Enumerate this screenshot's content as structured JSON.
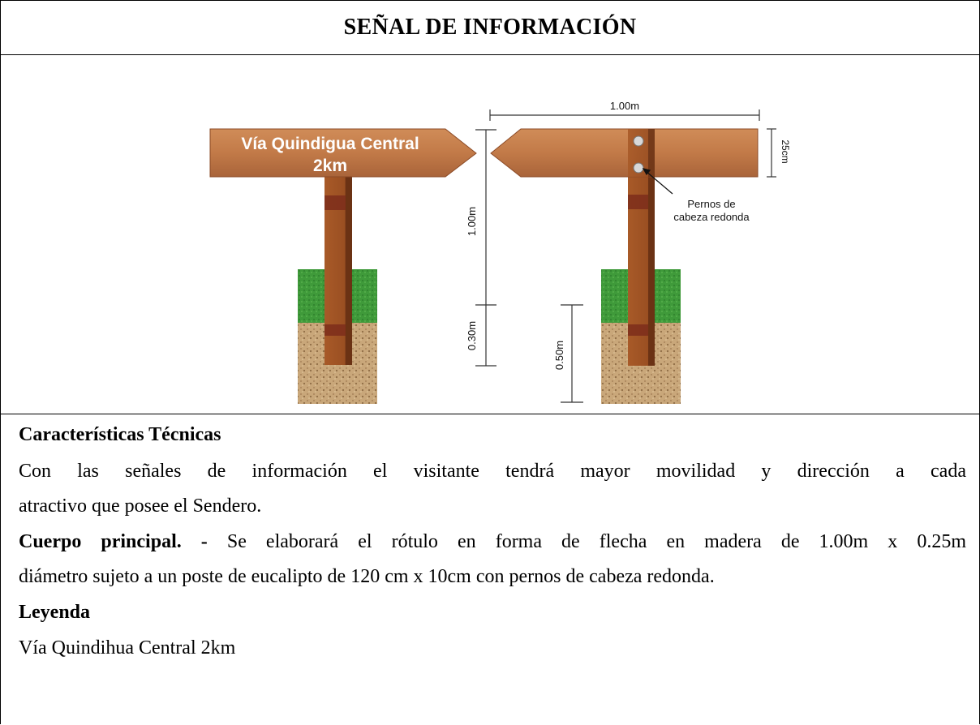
{
  "title": "SEÑAL DE INFORMACIÓN",
  "figure": {
    "sign_text_line1": "Vía Quindigua Central",
    "sign_text_line2": "2km",
    "dim_width": "1.00m",
    "dim_sign_height": "25cm",
    "dim_post_above": "1.00m",
    "dim_post_buried": "0.30m",
    "dim_base_depth": "0.50m",
    "bolts_label_line1": "Pernos de",
    "bolts_label_line2": "cabeza redonda"
  },
  "section1": {
    "heading": "Características Técnicas",
    "para_line1": "Con las señales de información el visitante tendrá mayor movilidad y dirección a cada",
    "para_line2": "atractivo que posee el Sendero."
  },
  "section2": {
    "heading": "Cuerpo principal. -",
    "line1_rest": " Se elaborará el rótulo en forma de flecha en madera de 1.00m x 0.25m",
    "line2": "diámetro sujeto a un poste de eucalipto de 120 cm x 10cm con pernos de cabeza redonda."
  },
  "section3": {
    "heading": "Leyenda",
    "text": "Vía Quindihua Central 2km"
  },
  "colors": {
    "wood": "#c27a48",
    "wood_dark": "#8b4a26",
    "post": "#9a4f22",
    "post_dark": "#6b3214",
    "grass": "#3f9a3a",
    "soil": "#c9a77a",
    "band": "#7a2a1a"
  }
}
